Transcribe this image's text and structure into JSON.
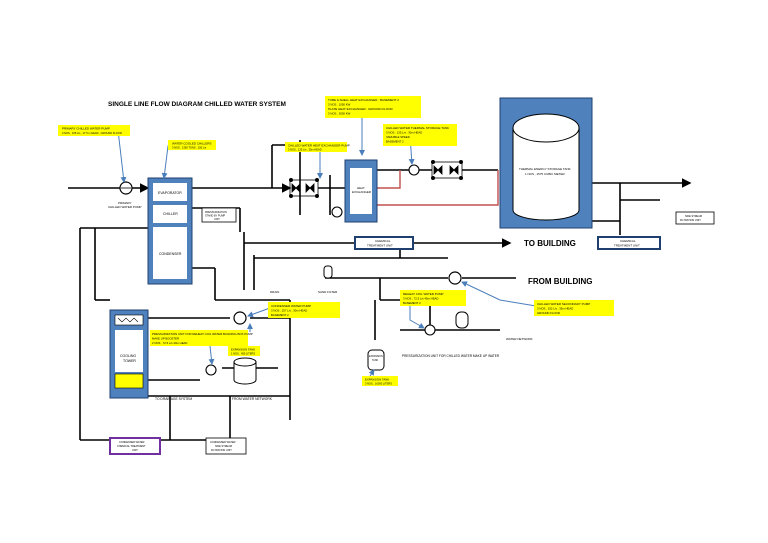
{
  "title": "SINGLE LINE FLOW DIAGRAM CHILLED WATER SYSTEM",
  "callouts": {
    "primary_pump": [
      "PRIMARY CHILLED WATER PUMP",
      "3 NOS , 105 L/s , 17.5 m HEAD , GROUND FLOOR"
    ],
    "chillers": [
      "WATER COOLED CHILLERS",
      "3 NOS , 1350 TONS , 105 L/s"
    ],
    "hx_pump": [
      "CHILLED WATER HEAT EXCHANGER PUMP",
      "3 NOS , 135 L/s , 25m HEAD"
    ],
    "hx": [
      "TUBE & SHELL HEAT EXCHANGER , BASEMENT 2",
      "3 NOS , 1050 KW",
      "PLATE HEAT EXCHANGER , GROUND FLOOR",
      "3 NOS , 3050 KW"
    ],
    "ts_pump": [
      "CHILLED WATER THERMAL STORAGE TANK",
      "3 NOS , 135 L/s , 30m HEAD",
      "VARIABLE SPEED",
      "BASEMENT 2"
    ],
    "pressurization_bulk": [
      "PRESSURIZATION UNIT FOR REHEAT COIL WATER BUILDING BOX PUMP",
      "MAKE UP BOOSTER",
      "2 NOS , 72.5 L/s 20m HEAD"
    ],
    "expansion_tank_1": [
      "EXPANSION TANK",
      "1 NOS , 455 LITERS"
    ],
    "condenser_pump": [
      "CONDENSER WATER PUMP",
      "3 NOS , 257 L/s , 30m HEAD",
      "BASEMENT 2"
    ],
    "reheat_pump": [
      "REHEAT COIL WATER PUMP",
      "3 NOS , 72.5 L/s 45m HEAD",
      "BASEMENT 2"
    ],
    "secondary_pump": [
      "CHILLED WATER SECONDARY PUMP",
      "3 NOS , 192 L/s , 35m HEAD",
      "GROUND FLOOR"
    ],
    "expansion_tank_2": [
      "EXPANSION TANK",
      "3 NOS , 16000 LITERS"
    ]
  },
  "labels": {
    "primary_pump_tag": [
      "PRIMARY",
      "CHILLED WATER PUMP"
    ],
    "evaporator": "EVAPORATOR",
    "chiller": "CHILLER",
    "condenser": "CONDENSER",
    "hx_unit": [
      "HEAT",
      "EXCHANGER"
    ],
    "tank_label": [
      "THERMAL ENERGY STORAGE TANK",
      "1 NOS , 1575 CUBIC METER"
    ],
    "small_chiller_box": [
      "PRESSURIZATION",
      "STAND BY PUMP",
      "UNIT"
    ],
    "chemical_treatment": [
      "CHEMICAL",
      "TREATMENT UNIT"
    ],
    "chemical_treatment_2": [
      "CHEMICAL",
      "TREATMENT UNIT"
    ],
    "cooling_tower": [
      "COOLING",
      "TOWER"
    ],
    "to_building": "TO BUILDING",
    "from_building": "FROM BUILDING",
    "drain": "DRAIN",
    "sand_filter": "SAND FILTER",
    "to_drainage": "TO DRAINAGE SYSTEM",
    "from_water_network": "FROM WATER NETWORK",
    "water_network": "WATER NETWORK",
    "pressurization_chilled": "PRESSURIZATION UNIT FOR CHILLED WATER MAKE UP WATER",
    "expansion_small": [
      "EXPANSION",
      "TANK"
    ],
    "right_small_box": [
      "SIDE STREAM",
      "FILTRATION UNIT"
    ],
    "bottom_box_1": [
      "CONDENSER WATER",
      "CHEMICAL TREATMENT",
      "UNIT"
    ],
    "bottom_box_2": [
      "CONDENSER WATER",
      "SIDE STREAM",
      "FILTRATION UNIT"
    ]
  },
  "colors": {
    "pipe": "#000000",
    "equipment_fill": "#4f81bd",
    "equipment_border": "#1f3f6f",
    "callout_bg": "#ffff00",
    "leader": "#4a7ebb",
    "return_loop": "#c0504d",
    "purple": "#7030a0"
  }
}
